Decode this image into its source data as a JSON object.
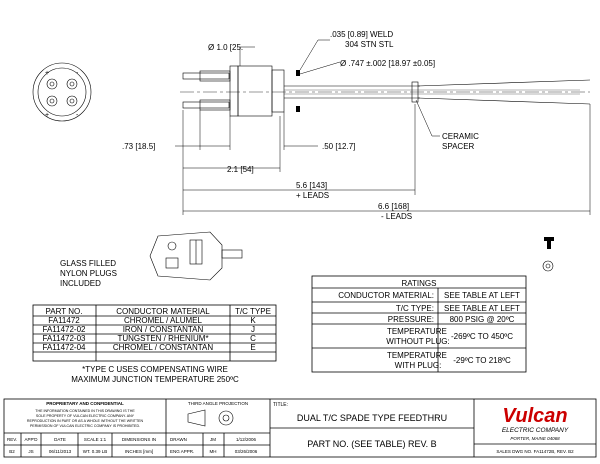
{
  "colors": {
    "ink": "#000000",
    "logo": "#cc0000",
    "paper": "#ffffff"
  },
  "dimensions": {
    "d1": "Ø 1.0 [25.",
    "weld1": ".035 [0.89] WELD",
    "weld2": "304 STN STL",
    "dia747": "Ø .747 ±.002 [18.97 ±0.05]",
    "d73": ".73 [18.5]",
    "d21": "2.1 [54]",
    "d50": ".50 [12.7]",
    "d56": "5.6 [143]",
    "d56b": "+ LEADS",
    "d66": "6.6 [168]",
    "d66b": "- LEADS",
    "ceramic1": "CERAMIC",
    "ceramic2": "SPACER"
  },
  "plug_note": [
    "GLASS FILLED",
    "NYLON PLUGS",
    "INCLUDED"
  ],
  "end_view_marks": {
    "plus": "+",
    "minus": "-"
  },
  "parts_table": {
    "headers": [
      "PART NO.",
      "CONDUCTOR MATERIAL",
      "T/C TYPE"
    ],
    "rows": [
      [
        "FA11472",
        "CHROMEL / ALUMEL",
        "K"
      ],
      [
        "FA11472-02",
        "IRON / CONSTANTAN",
        "J"
      ],
      [
        "FA11472-03",
        "TUNGSTEN / RHENIUM*",
        "C"
      ],
      [
        "FA11472-04",
        "CHROMEL / CONSTANTAN",
        "E"
      ]
    ],
    "note1": "*TYPE C USES COMPENSATING WIRE",
    "note2": "MAXIMUM JUNCTION TEMPERATURE 250ºC"
  },
  "ratings": {
    "title": "RATINGS",
    "rows": [
      [
        "CONDUCTOR MATERIAL:",
        "SEE TABLE AT LEFT"
      ],
      [
        "T/C TYPE:",
        "SEE TABLE AT LEFT"
      ],
      [
        "PRESSURE:",
        "800 PSIG @ 20ºC"
      ],
      [
        "TEMPERATURE|WITHOUT PLUG:",
        "-269ºC TO 450ºC"
      ],
      [
        "TEMPERATURE|WITH PLUG:",
        "-29ºC TO 218ºC"
      ]
    ]
  },
  "title_block": {
    "prop_title": "PROPRIETARY AND CONFIDENTIAL",
    "prop_text": [
      "THE INFORMATION CONTAINED IN THIS DRAWING IS THE",
      "SOLE PROPERTY OF VULCAN ELECTRIC COMPANY. ANY",
      "REPRODUCTION IN PART OR AS A WHOLE WITHOUT THE WRITTEN",
      "PERMISSION OF VULCAN ELECTRIC COMPANY IS PROHIBITED."
    ],
    "projection": "THIRD ANGLE PROJECTION",
    "title_label": "TITLE:",
    "title": "DUAL T/C SPADE TYPE FEEDTHRU",
    "part_no": "PART NO.  (SEE TABLE)  REV. B",
    "rev_headers": [
      "REV.",
      "APP'D",
      "DATE",
      "SCALE 1:1",
      "DIMENSIONS IN"
    ],
    "rev_values": [
      "B2",
      "JS",
      "06/11/2013",
      "WT. 0.39 LB",
      "INCHES [mm]"
    ],
    "drawn_label": "DRAWN",
    "drawn_by": "JM",
    "drawn_date": "1/12/2006",
    "eng_label": "ENG APPR.",
    "eng_by": "MH",
    "eng_date": "03/26/2006",
    "logo": "Vulcan",
    "company": "ELECTRIC COMPANY",
    "city": "PORTER, MAINE 04068",
    "sales_dwg": "SALES DWG NO.  FA11472B, REV. B2"
  }
}
